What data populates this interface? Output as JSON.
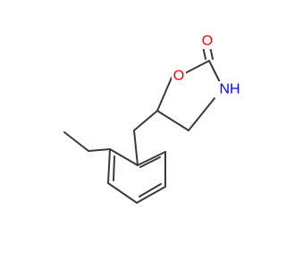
{
  "molecule": {
    "colors": {
      "bond": "#3a3a3a",
      "oxygen": "#ff0000",
      "nitrogen": "#0000ff"
    },
    "atoms": {
      "o_carbonyl": {
        "symbol": "O",
        "color": "oxygen"
      },
      "o_ring": {
        "symbol": "O",
        "color": "oxygen"
      },
      "nh": {
        "symbol": "NH",
        "color": "nitrogen"
      }
    }
  }
}
